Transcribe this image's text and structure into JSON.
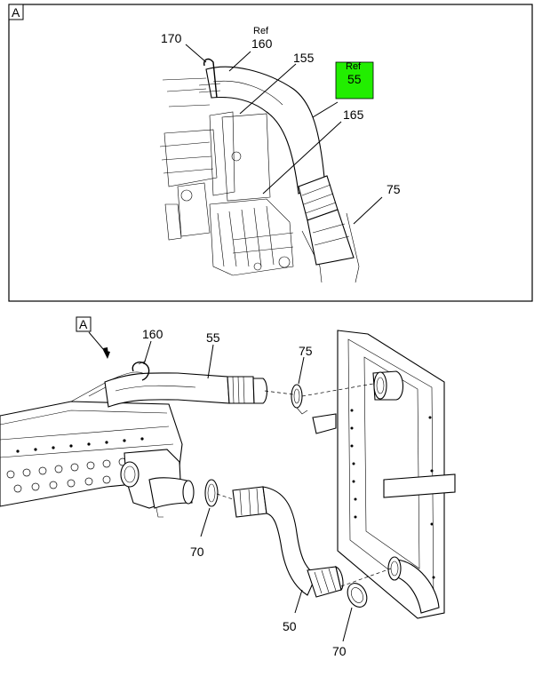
{
  "detail_box": {
    "view_label": "A",
    "callouts": {
      "c170": "170",
      "ref160_a": "Ref",
      "ref160_b": "160",
      "c155": "155",
      "ref55_a": "Ref",
      "ref55_b": "55",
      "c165": "165",
      "c75": "75"
    },
    "highlight_color": "#22ee00"
  },
  "main_view": {
    "view_label": "A",
    "callouts": {
      "c160": "160",
      "c55": "55",
      "c75": "75",
      "c70_left": "70",
      "c50": "50",
      "c70_bottom": "70"
    }
  }
}
